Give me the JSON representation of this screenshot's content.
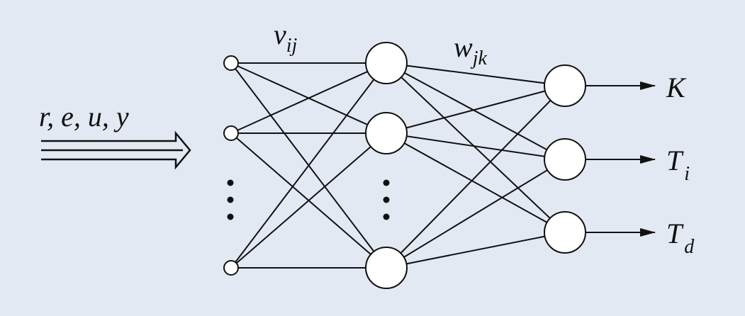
{
  "inputs_label": "r, e, u, y",
  "weights": {
    "v": {
      "base": "v",
      "sub": "ij"
    },
    "w": {
      "base": "w",
      "sub": "jk"
    }
  },
  "outputs": [
    {
      "base": "K",
      "sub": ""
    },
    {
      "base": "T",
      "sub": "i"
    },
    {
      "base": "T",
      "sub": "d"
    }
  ],
  "colors": {
    "background": "#e3e9f3",
    "line": "#111111",
    "node_fill": "#ffffff"
  }
}
